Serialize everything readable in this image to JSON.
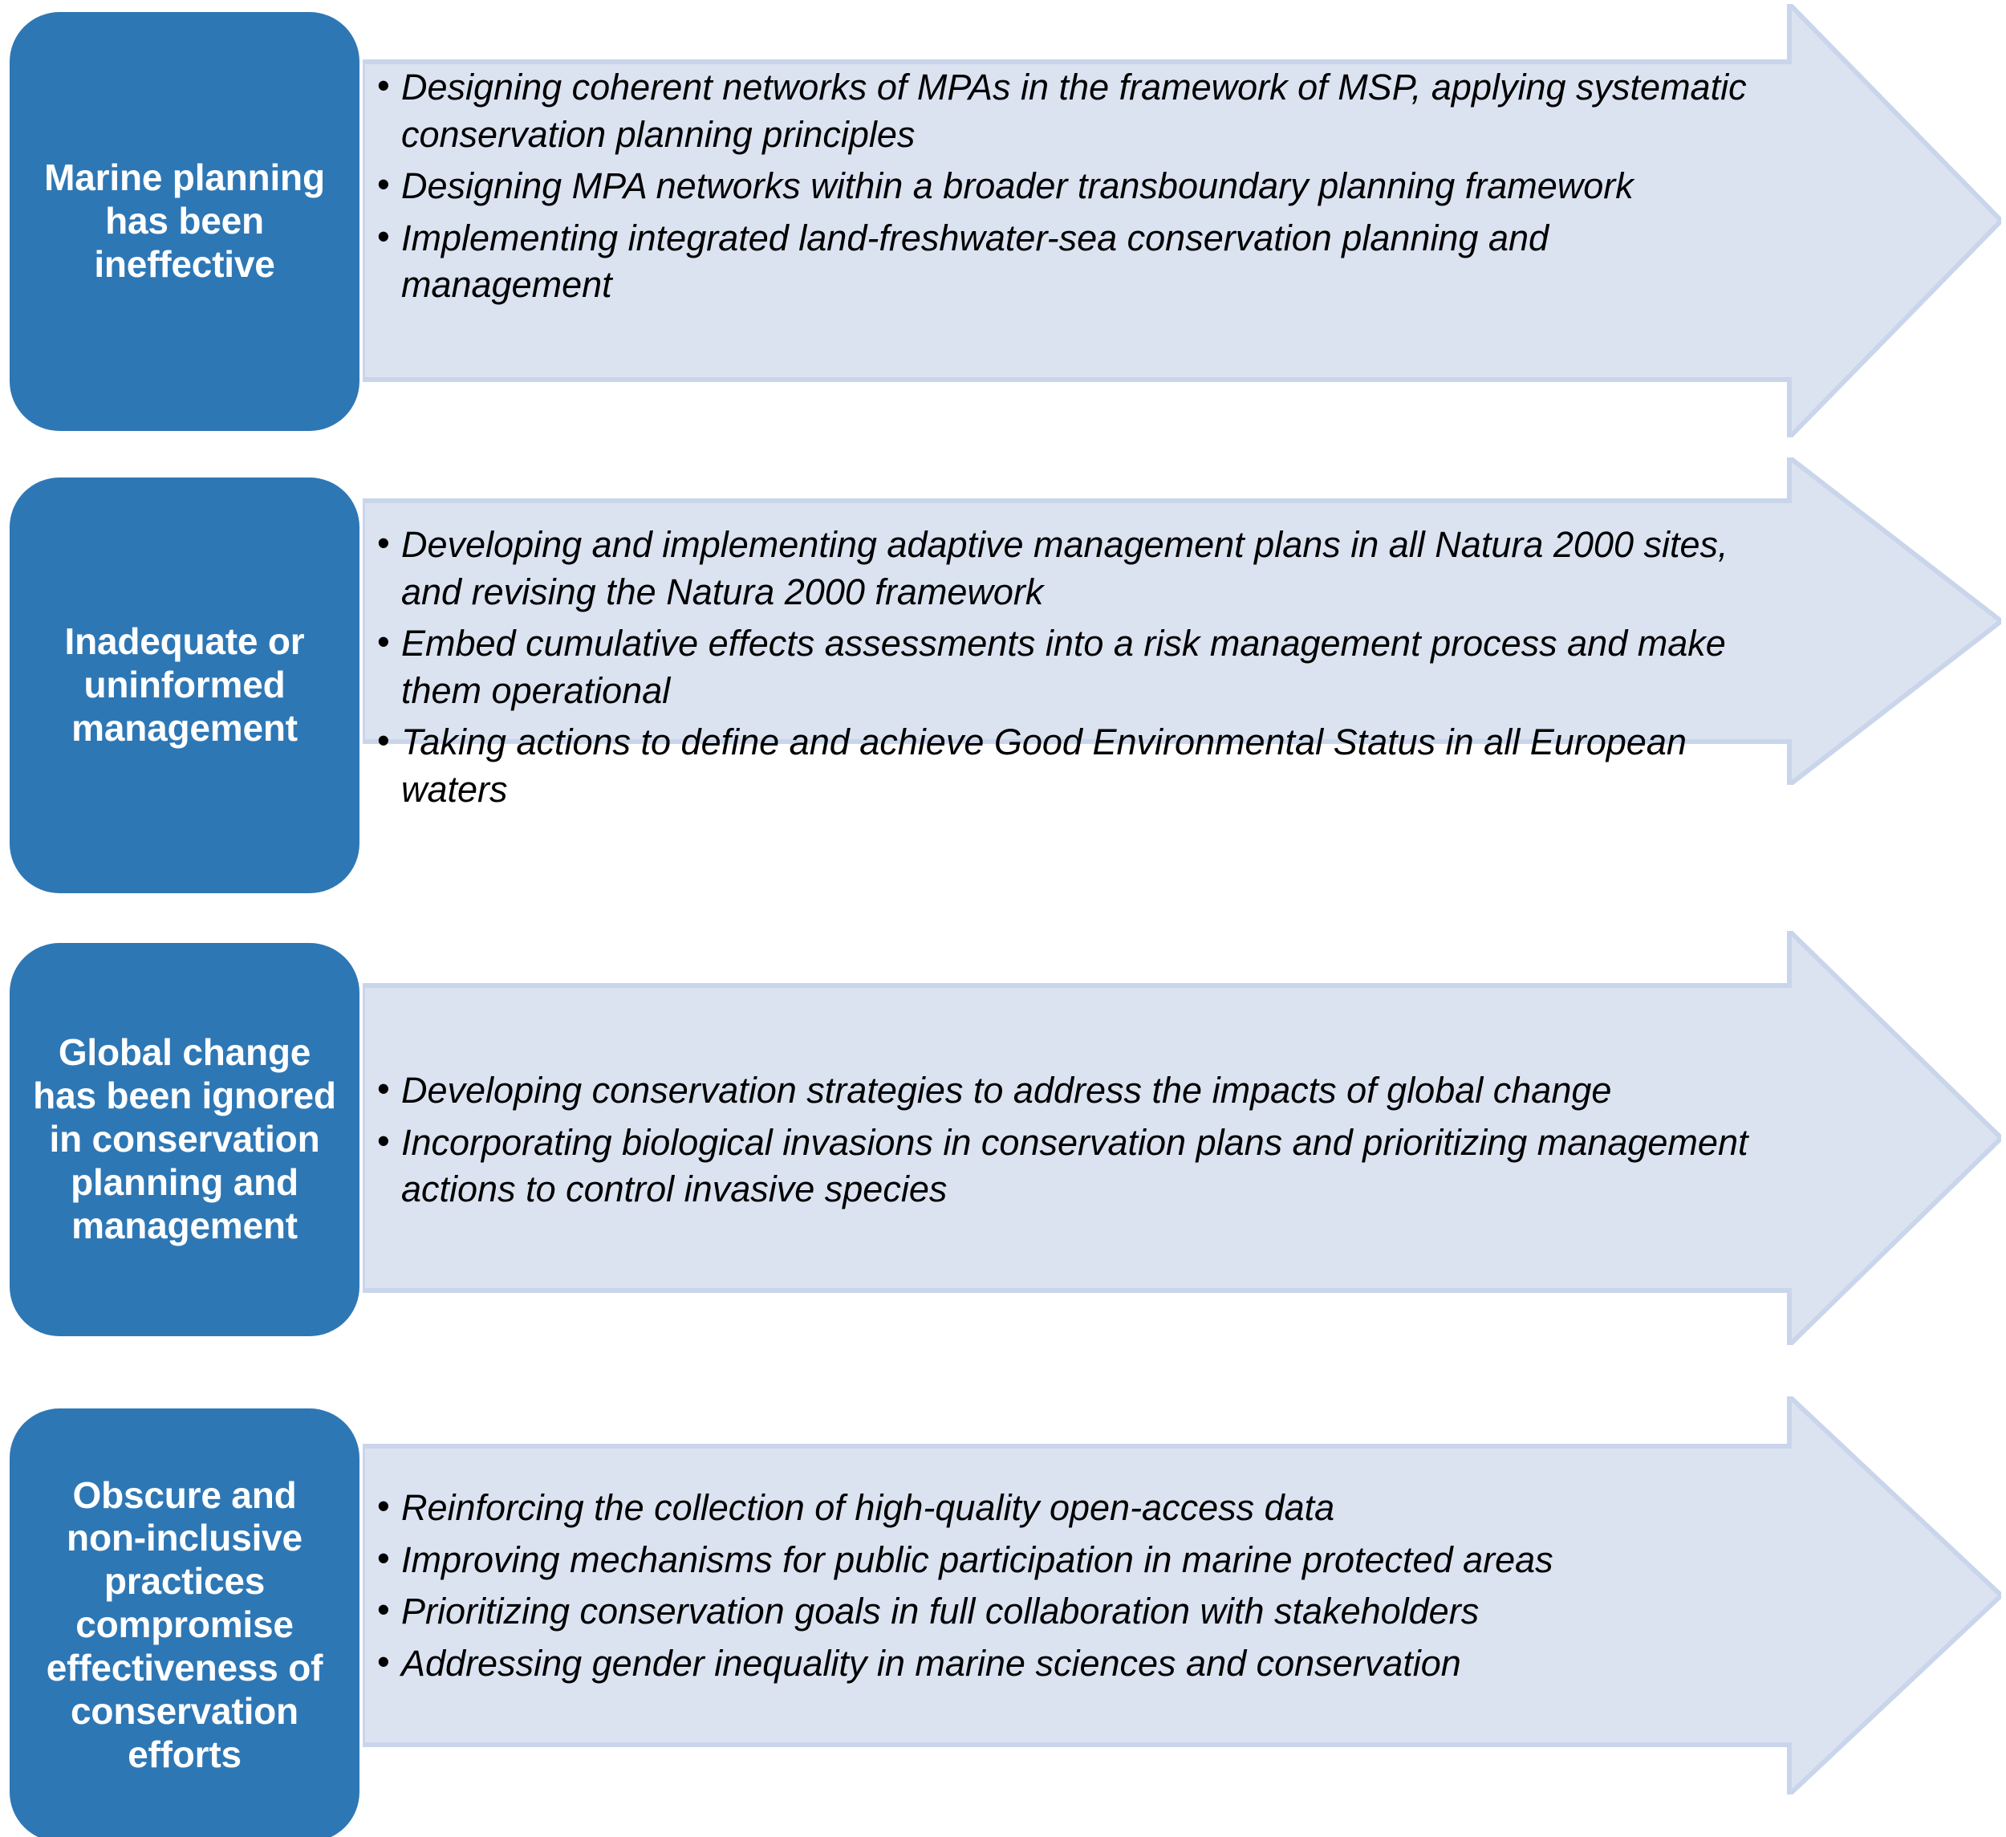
{
  "colors": {
    "label_box_fill": "#2e77b5",
    "label_text": "#ffffff",
    "arrow_fill": "#dbe3f1",
    "arrow_edge": "#c9d5ea",
    "bullet_text": "#000000",
    "page_background": "#ffffff"
  },
  "diagram": {
    "type": "process-flow",
    "direction": "left-to-right arrows",
    "row_count": 4,
    "rows": [
      {
        "label": "Marine planning has been ineffective",
        "bullets": [
          "Designing coherent networks of MPAs in the framework of MSP, applying systematic conservation planning principles",
          "Designing MPA networks within a broader transboundary planning framework",
          "Implementing integrated land-freshwater-sea conservation planning and management"
        ]
      },
      {
        "label": "Inadequate or uninformed management",
        "bullets": [
          "Developing and implementing adaptive management plans in all Natura 2000 sites, and revising the Natura 2000 framework",
          "Embed cumulative effects assessments into a risk management process and make them operational",
          "Taking actions to define and achieve Good Environmental Status in all European waters"
        ]
      },
      {
        "label": "Global change has been ignored in conservation planning and management",
        "bullets": [
          "Developing conservation strategies to address the impacts of global change",
          "Incorporating biological invasions in conservation plans and prioritizing management actions to control invasive species"
        ]
      },
      {
        "label": "Obscure and non-inclusive practices compromise effectiveness of conservation efforts",
        "bullets": [
          "Reinforcing the collection of high-quality open-access data",
          "Improving mechanisms for public participation in marine protected areas",
          "Prioritizing conservation goals in full collaboration with stakeholders",
          "Addressing gender inequality in marine sciences and conservation"
        ]
      }
    ]
  }
}
